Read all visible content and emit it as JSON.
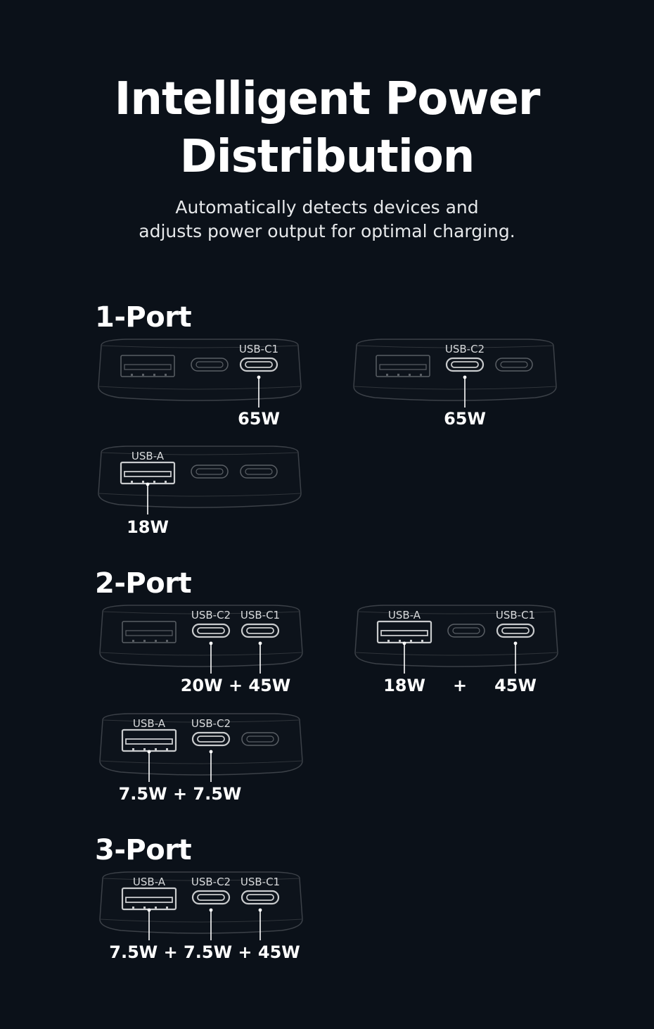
{
  "title_line1": "Intelligent Power",
  "title_line2": "Distribution",
  "subtitle_line1": "Automatically detects devices and",
  "subtitle_line2": "adjusts power output for optimal charging.",
  "sections": {
    "one": "1-Port",
    "two": "2-Port",
    "three": "3-Port"
  },
  "ports": {
    "usb_a": "USB-A",
    "usb_c1": "USB-C1",
    "usb_c2": "USB-C2"
  },
  "configs": [
    {
      "id": "1p-c1",
      "active": [
        "c1"
      ],
      "watts": "65W"
    },
    {
      "id": "1p-c2",
      "active": [
        "c2"
      ],
      "watts": "65W"
    },
    {
      "id": "1p-a",
      "active": [
        "a"
      ],
      "watts": "18W"
    },
    {
      "id": "2p-c2c1",
      "active": [
        "c2",
        "c1"
      ],
      "watts": "20W + 45W"
    },
    {
      "id": "2p-ac1",
      "active": [
        "a",
        "c1"
      ],
      "watts": [
        "18W",
        "+",
        "45W"
      ]
    },
    {
      "id": "2p-ac2",
      "active": [
        "a",
        "c2"
      ],
      "watts": "7.5W + 7.5W"
    },
    {
      "id": "3p-all",
      "active": [
        "a",
        "c2",
        "c1"
      ],
      "watts": "7.5W + 7.5W + 45W"
    }
  ],
  "colors": {
    "background": "#0b1119",
    "outline": "#c9cbcd",
    "dim": "#5a5f65",
    "text": "#ffffff"
  }
}
